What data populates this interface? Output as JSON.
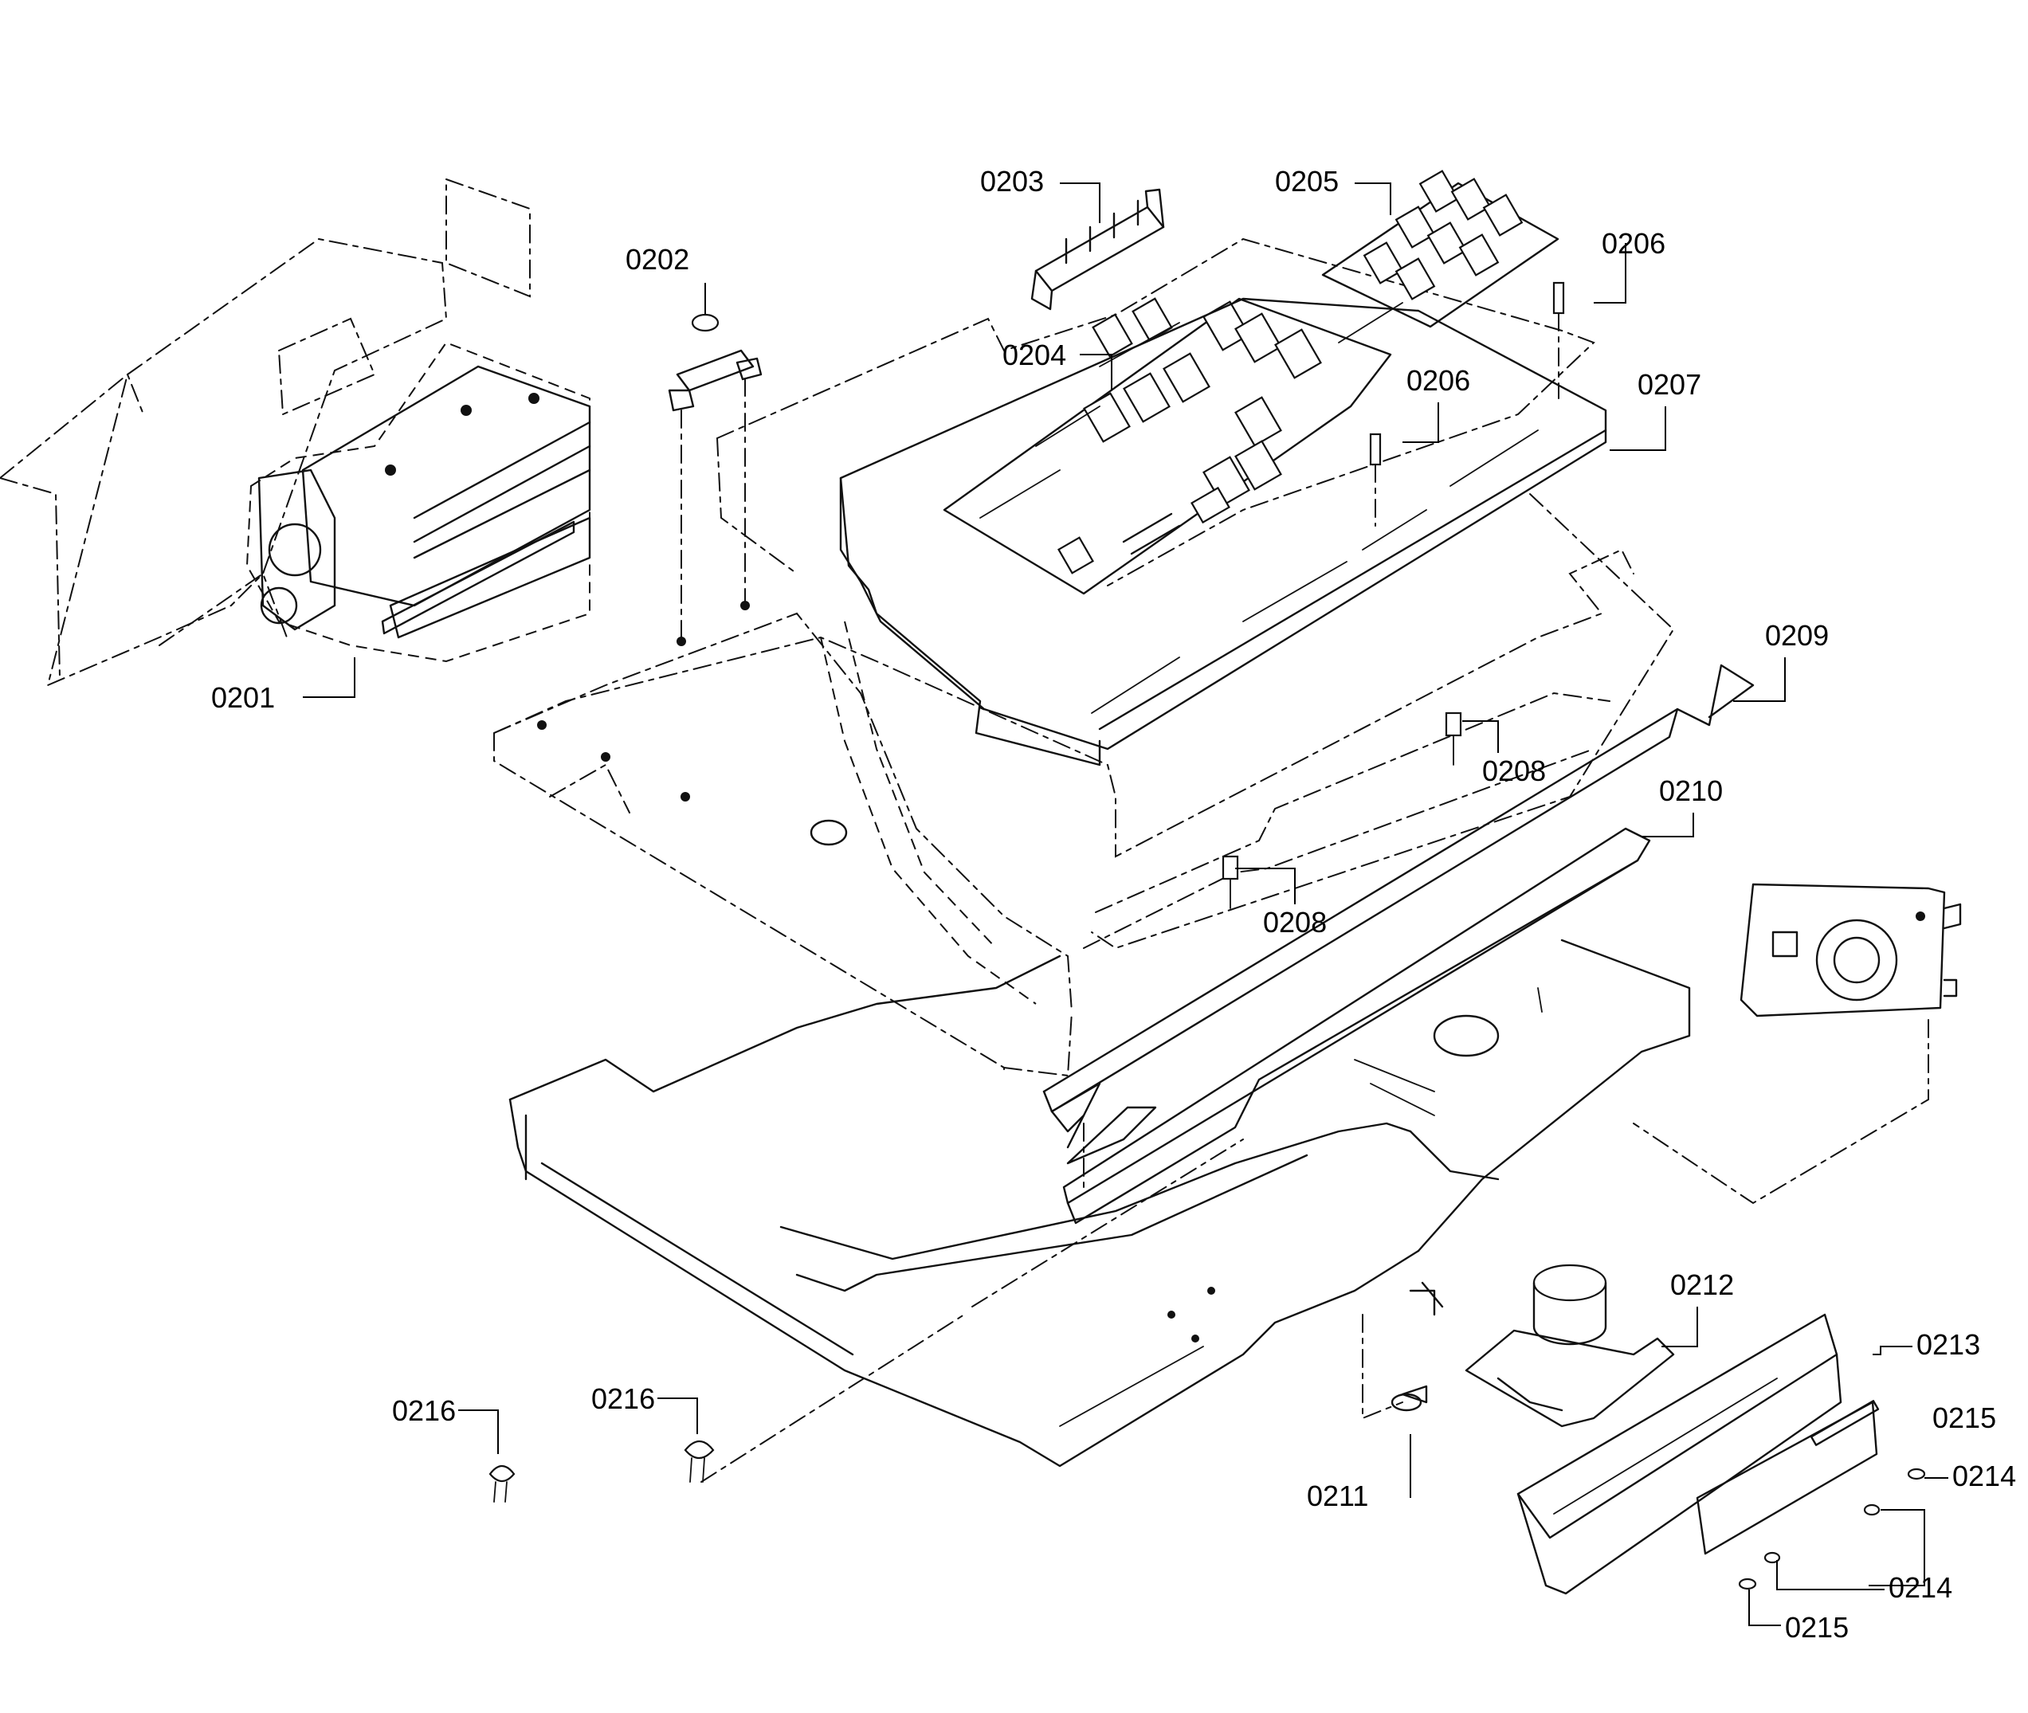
{
  "callouts": [
    {
      "label": "0201"
    },
    {
      "label": "0202"
    },
    {
      "label": "0203"
    },
    {
      "label": "0204"
    },
    {
      "label": "0205"
    },
    {
      "label": "0206"
    },
    {
      "label": "0206"
    },
    {
      "label": "0207"
    },
    {
      "label": "0208"
    },
    {
      "label": "0208"
    },
    {
      "label": "0209"
    },
    {
      "label": "0210"
    },
    {
      "label": "0211"
    },
    {
      "label": "0212"
    },
    {
      "label": "0213"
    },
    {
      "label": "0214"
    },
    {
      "label": "0214"
    },
    {
      "label": "0215"
    },
    {
      "label": "0215"
    },
    {
      "label": "0216"
    },
    {
      "label": "0216"
    }
  ],
  "colors": {
    "line": "#111111",
    "background": "#ffffff"
  }
}
